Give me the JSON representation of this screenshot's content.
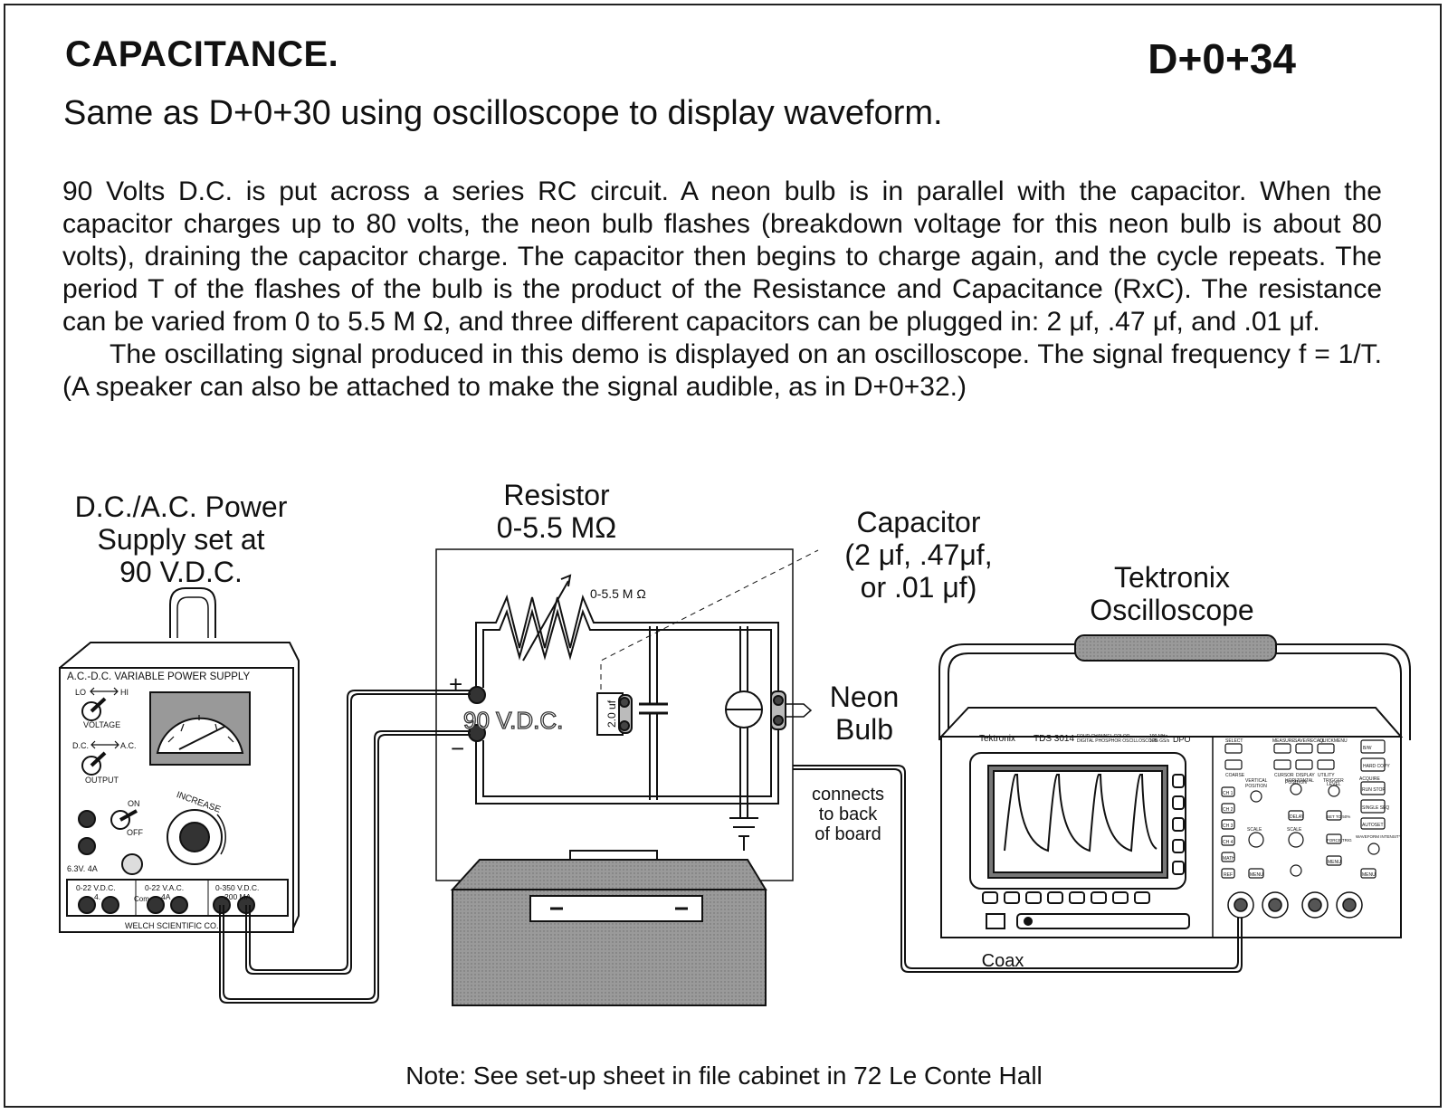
{
  "header": {
    "title": "CAPACITANCE.",
    "code": "D+0+34",
    "subtitle": "Same as D+0+30 using oscilloscope to display waveform."
  },
  "description": {
    "paragraph1": "90 Volts D.C. is put across a series RC circuit. A neon bulb is in parallel with the capacitor. When the capacitor charges up to 80 volts, the neon bulb flashes (breakdown voltage for this neon bulb is about 80 volts), draining the capacitor charge. The capacitor then begins to charge again, and the cycle repeats.  The period T of the flashes of the bulb is the product of the Resistance and Capacitance (RxC).  The resistance can be varied from 0 to 5.5 M Ω, and three different capacitors can be plugged in:  2 μf, .47 μf, and .01 μf.",
    "paragraph2": "The oscillating signal produced in this demo is displayed on an oscilloscope. The signal frequency f = 1/T.  (A speaker can also be attached to make the signal audible, as in D+0+32.)"
  },
  "labels": {
    "power_supply": [
      "D.C./A.C. Power",
      "Supply set at",
      "90 V.D.C."
    ],
    "resistor": [
      "Resistor",
      "0-5.5 MΩ"
    ],
    "capacitor": [
      "Capacitor",
      "(2 μf, .47μf,",
      "or .01 μf)"
    ],
    "oscilloscope": [
      "Tektronix",
      "Oscilloscope"
    ],
    "neon_bulb": [
      "Neon",
      "Bulb"
    ],
    "connects": [
      "connects",
      "to back",
      "of board"
    ],
    "coax": "Coax"
  },
  "power_supply_panel": {
    "name": "A.C.-D.C. VARIABLE POWER SUPPLY",
    "lo": "LO",
    "hi": "HI",
    "voltage": "VOLTAGE",
    "dc": "D.C.",
    "ac": "A.C.",
    "output": "OUTPUT",
    "on": "ON",
    "off": "OFF",
    "increase": "INCREASE",
    "rating": "6.3V.  4A",
    "range1": "0-22 V.D.C.",
    "range1_sub": "4.",
    "range2": "0-22 V.A.C.",
    "range2_sub": "4A",
    "range3": "0-350 V.D.C.",
    "range3_sub": "200 MA",
    "com": "Com",
    "maker": "WELCH SCIENTIFIC CO."
  },
  "board": {
    "resistor_range": "0-5.5 M Ω",
    "voltage_label": "90 V.D.C.",
    "cap_value": "2.0 uf",
    "plus": "+",
    "minus": "−"
  },
  "scope_panel": {
    "brand": "Tektronix",
    "model": "TDS 3014",
    "model_desc1": "FOUR CHANNEL COLOR",
    "model_desc2": "DIGITAL PHOSPHOR OSCILLOSCOPE",
    "spec1": "100 MHz",
    "spec2": "1.25 GS/s",
    "dpo": "DPO",
    "select": "SELECT",
    "coarse": "COARSE",
    "measure": "MEASURE",
    "save_recall": "SAVE/RECALL",
    "quickmenu": "QUICKMENU",
    "cursor": "CURSOR",
    "display": "DISPLAY",
    "utility": "UTILITY",
    "vertical": "VERTICAL",
    "horizontal": "HORIZONTAL",
    "trigger": "TRIGGER",
    "acquire": "ACQUIRE",
    "position": "POSITION",
    "scale": "SCALE",
    "level": "LEVEL",
    "ch1": "CH 1",
    "ch2": "CH 2",
    "ch3": "CH 3",
    "ch4": "CH 4",
    "math": "MATH",
    "ref": "REF",
    "menu": "MENU",
    "delay": "DELAY",
    "set_to_50": "SET TO 50%",
    "force_trig": "FORCE TRIG",
    "run_stop": "RUN STOP",
    "single_seq": "SINGLE SEQ",
    "autoset": "AUTOSET",
    "waveform_intensity": "WAVEFORM INTENSITY",
    "b_w": "B/W",
    "hard_copy": "HARD COPY"
  },
  "note": "Note:  See set-up sheet in file cabinet in 72 Le Conte Hall",
  "colors": {
    "ink": "#111111",
    "board_fill": "#ffffff",
    "stand_fill": "#7a7a7a",
    "scope_handle": "#8a8a8a"
  }
}
